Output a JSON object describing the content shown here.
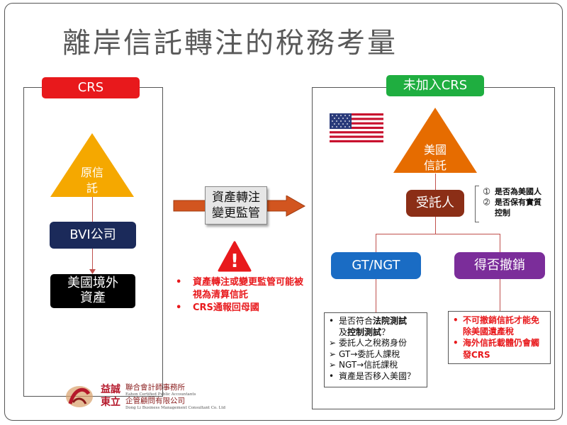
{
  "title": "離岸信託轉注的稅務考量",
  "left": {
    "header": "CRS",
    "triangle": [
      "原信",
      "託"
    ],
    "company": "BVI公司",
    "asset": [
      "美國境外",
      "資產"
    ]
  },
  "middle": {
    "arrow_label": [
      "資產轉注",
      "變更監管"
    ],
    "warning_glyph": "!",
    "notes": [
      "資產轉注或變更監管可能被視為清算信託",
      "CRS通報回母國"
    ]
  },
  "right": {
    "header": "未加入CRS",
    "triangle": [
      "美國",
      "信託"
    ],
    "trustee": "受託人",
    "trustee_notes": [
      {
        "num": "➀",
        "text": "是否為美國人"
      },
      {
        "num": "➁",
        "text": "是否保有實質控制"
      }
    ],
    "gt": "GT/NGT",
    "revoke": "得否撤銷",
    "gt_notes": [
      {
        "mark": "•",
        "parts": [
          "是否符合",
          "法院測試",
          "及",
          "控制測試",
          "？"
        ]
      },
      {
        "mark": "➢",
        "text": "委託人之稅務身份"
      },
      {
        "mark": "➢",
        "text": "GT→委託人課稅"
      },
      {
        "mark": "➢",
        "text": "NGT→信託課稅"
      },
      {
        "mark": "•",
        "text": "資產是否移入美國？"
      }
    ],
    "revoke_notes": [
      {
        "mark": "•",
        "text": "不可撤銷信託才能免除美國遺產稅"
      },
      {
        "mark": "•",
        "text": "海外信託載體仍會觸發CRS"
      }
    ]
  },
  "logo": {
    "mark": "益",
    "name_cn_top": "益誠",
    "name_cn_bottom": "東立",
    "firm_top": "聯合會計師事務所",
    "firm_top_en": "Eahon Certified Public Accountants",
    "firm_bottom": "企管顧問有限公司",
    "firm_bottom_en": "Dong Li Business Management Consultant Co. Ltd"
  },
  "colors": {
    "red": "#e8191c",
    "green": "#1fae40",
    "orange": "#f5a800",
    "dark_orange": "#e66c00",
    "blue": "#1a6cc4",
    "purple": "#7b2d9a",
    "brown": "#8b2e16",
    "navy": "#1b2a5a"
  }
}
